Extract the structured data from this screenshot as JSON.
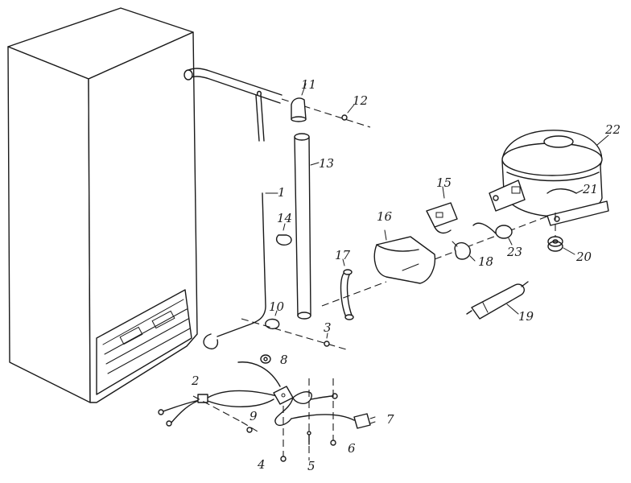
{
  "labels": {
    "p1": "1",
    "p2": "2",
    "p3": "3",
    "p4": "4",
    "p5": "5",
    "p6": "6",
    "p7": "7",
    "p8": "8",
    "p9": "9",
    "p10": "10",
    "p11": "11",
    "p12": "12",
    "p13": "13",
    "p14": "14",
    "p15": "15",
    "p16": "16",
    "p17": "17",
    "p18": "18",
    "p19": "19",
    "p20": "20",
    "p21": "21",
    "p22": "22",
    "p23": "23"
  },
  "colors": {
    "ink": "#1a1a1a",
    "paper": "#ffffff"
  }
}
